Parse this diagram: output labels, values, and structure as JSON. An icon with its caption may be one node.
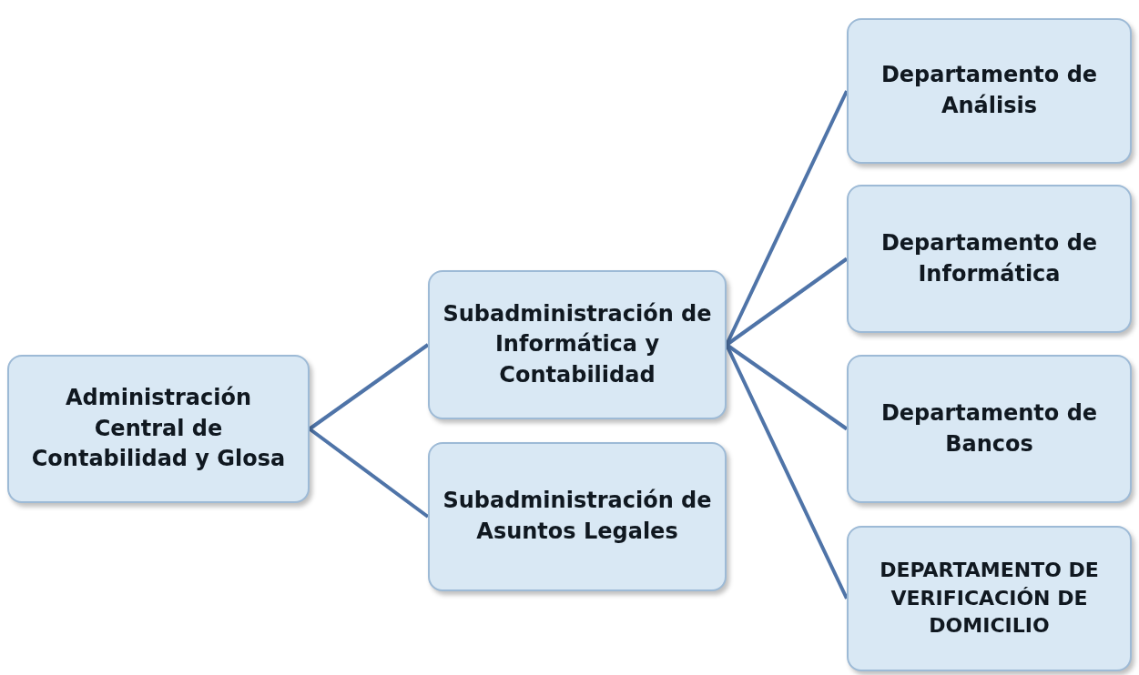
{
  "diagram": {
    "nodes": [
      {
        "text": [
          "Administración Central de Contabilidad y Glosa"
        ]
      },
      {
        "text": [
          "Subadministración de Informática y Contabilidad"
        ]
      },
      {
        "text": [
          "Subadministración de Asuntos Legales"
        ]
      },
      {
        "text": [
          "Departamento de Análisis"
        ]
      },
      {
        "text": [
          "Departamento de Informática"
        ]
      },
      {
        "text": [
          "Departamento de Bancos"
        ]
      },
      {
        "text": [
          "DEPARTAMENTO DE VERIFICACIÓN DE DOMICILIO"
        ]
      }
    ],
    "edges": [
      {
        "from": 0,
        "to": 1,
        "arrow": "none"
      },
      {
        "from": 0,
        "to": 2,
        "arrow": "none"
      },
      {
        "from": 1,
        "to": 3,
        "arrow": "none"
      },
      {
        "from": 1,
        "to": 4,
        "arrow": "none"
      },
      {
        "from": 1,
        "to": 5,
        "arrow": "none"
      },
      {
        "from": 1,
        "to": 6,
        "arrow": "none"
      }
    ]
  }
}
